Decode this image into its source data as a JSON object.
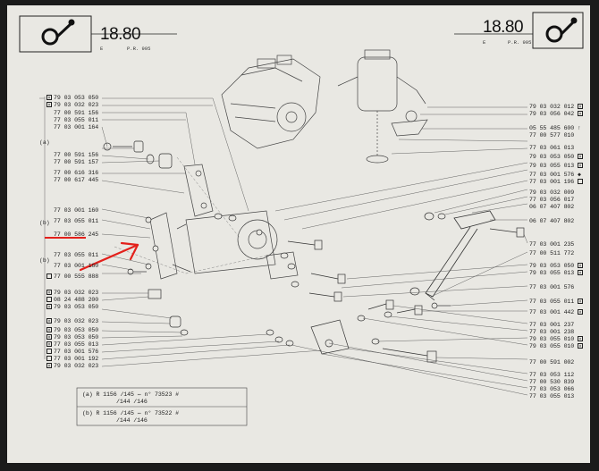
{
  "header": {
    "left_page": "18.80",
    "left_sub_e": "E",
    "left_sub_pr": "P.R. 995",
    "right_page": "18.80",
    "right_sub_e": "E",
    "right_sub_pr": "P.R. 995"
  },
  "left_labels": [
    "(a)",
    "(b)",
    "(b)"
  ],
  "left_parts": [
    "79 03 053 050",
    "79 03 032 023",
    "77 00 591 156",
    "77 03 055 011",
    "77 03 001 164",
    "77 00 591 156",
    "77 00 591 157",
    "77 00 616 316",
    "77 00 617 445",
    "77 03 001 160",
    "77 03 055 011",
    "77 00 586 245",
    "77 03 055 011",
    "77 03 001 160",
    "77 00 555 888",
    "79 03 032 023",
    "08 24 488 200",
    "79 03 053 050",
    "79 03 032 023",
    "79 03 053 050",
    "79 03 053 050",
    "77 03 055 013",
    "77 03 001 576",
    "77 03 001 192",
    "79 03 032 023"
  ],
  "right_parts": [
    "79 03 032 012",
    "79 03 056 042",
    "05 55 485 600",
    "77 00 577 010",
    "77 03 061 013",
    "79 03 053 050",
    "79 03 055 013",
    "77 03 001 576",
    "77 03 001 196",
    "79 03 032 009",
    "77 03 056 017",
    "06 07 407 802",
    "06 07 407 802",
    "77 03 001 235",
    "77 00 511 772",
    "79 03 053 050",
    "79 03 055 013",
    "77 03 001 576",
    "77 03 055 011",
    "77 03 001 442",
    "77 03 001 237",
    "77 03 001 238",
    "79 03 055 010",
    "79 03 055 010",
    "77 00 591 002",
    "77 03 053 112",
    "77 00 530 839",
    "77 03 053 066",
    "77 03 055 013"
  ],
  "notes": {
    "a_model": "R 1156",
    "a_line1": "/145",
    "a_line1b": "n° 73523 #",
    "a_line2": "/144 /146",
    "b_model": "R 1156",
    "b_line1": "/145",
    "b_line1b": "n° 73522 #",
    "b_line2": "/144 /146"
  },
  "annotation_color": "#e3201b"
}
